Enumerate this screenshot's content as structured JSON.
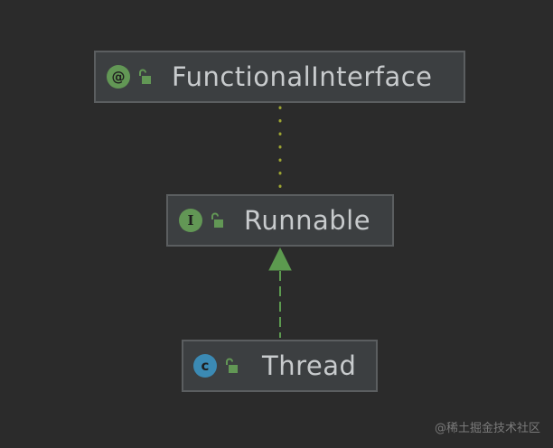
{
  "diagram": {
    "nodes": [
      {
        "id": "functional-interface",
        "label": "FunctionalInterface",
        "kind": "annotation",
        "badge_glyph": "@",
        "badge_icon": "annotation-icon",
        "badge_color": "#629755",
        "visibility_icon": "unlocked-padlock-icon",
        "visibility_color": "#629755"
      },
      {
        "id": "runnable",
        "label": "Runnable",
        "kind": "interface",
        "badge_glyph": "I",
        "badge_icon": "interface-icon",
        "badge_color": "#629755",
        "visibility_icon": "unlocked-padlock-icon",
        "visibility_color": "#629755"
      },
      {
        "id": "thread",
        "label": "Thread",
        "kind": "class",
        "badge_glyph": "c",
        "badge_icon": "class-icon",
        "badge_color": "#3b8ab4",
        "visibility_icon": "unlocked-padlock-icon",
        "visibility_color": "#629755"
      }
    ],
    "edges": [
      {
        "from": "runnable",
        "to": "functional-interface",
        "relation": "annotated-by",
        "style": "dotted",
        "color": "#9ea532"
      },
      {
        "from": "thread",
        "to": "runnable",
        "relation": "implements",
        "style": "dashed",
        "color": "#5c9a4f",
        "arrowhead": "hollow-triangle"
      }
    ]
  },
  "colors": {
    "background": "#2b2b2b",
    "node_fill": "#3c3f41",
    "node_border": "#5b5e60",
    "node_text": "#c8cbcd",
    "watermark_text": "#7a7a7a"
  },
  "watermark": "@稀土掘金技术社区"
}
